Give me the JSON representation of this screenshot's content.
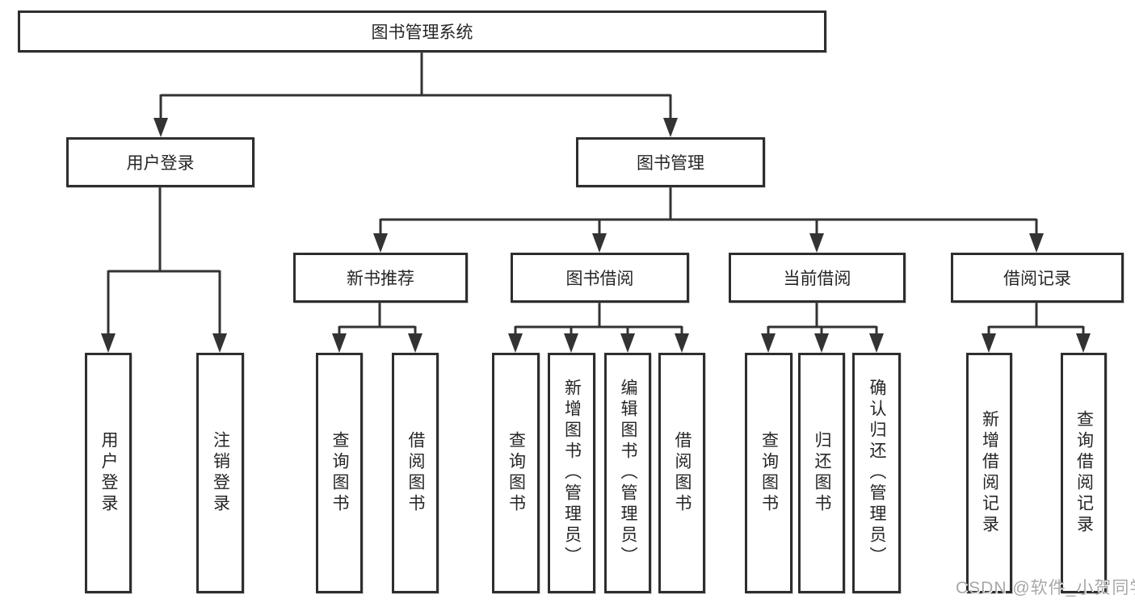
{
  "diagram": {
    "root": {
      "label": "图书管理系统"
    },
    "level2": [
      {
        "label": "用户登录"
      },
      {
        "label": "图书管理"
      }
    ],
    "level3": [
      {
        "label": "新书推荐"
      },
      {
        "label": "图书借阅"
      },
      {
        "label": "当前借阅"
      },
      {
        "label": "借阅记录"
      }
    ],
    "leaves": [
      {
        "label": "用户登录"
      },
      {
        "label": "注销登录"
      },
      {
        "label": "查询图书"
      },
      {
        "label": "借阅图书"
      },
      {
        "label": "查询图书"
      },
      {
        "label": "新增图书（管理员）"
      },
      {
        "label": "编辑图书（管理员）"
      },
      {
        "label": "借阅图书"
      },
      {
        "label": "查询图书"
      },
      {
        "label": "归还图书"
      },
      {
        "label": "确认归还（管理员）"
      },
      {
        "label": "新增借阅记录"
      },
      {
        "label": "查询借阅记录"
      }
    ],
    "colors": {
      "line": "#333333",
      "box_border": "#2e2e2e",
      "box_background": "#ffffff",
      "text": "#262626",
      "watermark": "#a8a8a8"
    }
  },
  "watermark": {
    "text": "CSDN @软件_小贺同学"
  }
}
